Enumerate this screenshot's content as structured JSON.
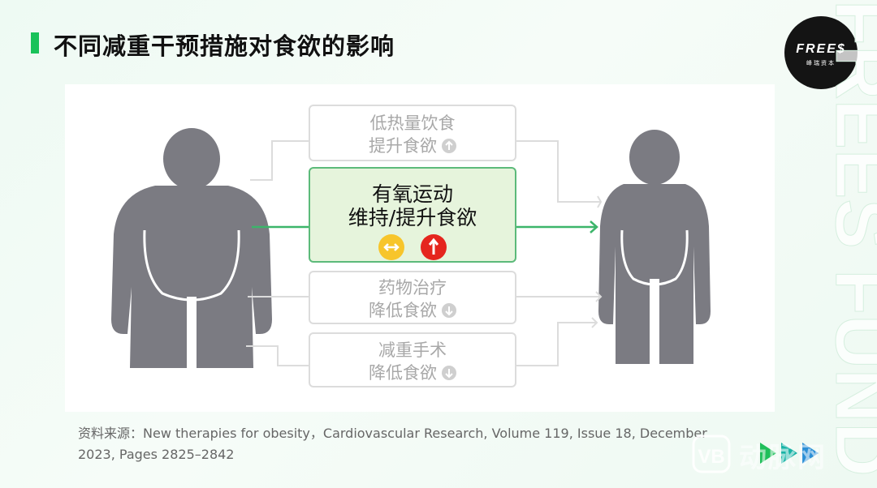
{
  "slide": {
    "title": "不同减重干预措施对食欲的影响",
    "source_text": "资料来源：New therapies for obesity，Cardiovascular Research, Volume 119, Issue 18, December 2023, Pages 2825–2842"
  },
  "logo": {
    "brand": "FREE$",
    "subtitle": "峰瑞资本",
    "side_watermark": "FREES FUND"
  },
  "watermark": {
    "text": "动脉网"
  },
  "diagram": {
    "boxes": [
      {
        "line1": "低热量饮食",
        "line2": "提升食欲",
        "icon": "arrow-up-icon"
      },
      {
        "line1": "有氧运动",
        "line2": "维持/提升食欲",
        "icons": [
          "double-arrow-icon",
          "arrow-up-icon"
        ]
      },
      {
        "line1": "药物治疗",
        "line2": "降低食欲",
        "icon": "arrow-down-icon"
      },
      {
        "line1": "减重手术",
        "line2": "降低食欲",
        "icon": "arrow-down-icon"
      }
    ],
    "colors": {
      "figure": "#7b7b82",
      "highlight_border": "#5cba7a",
      "highlight_fill": "#e6f4dc",
      "gray_box_border": "#dcdcdc",
      "icon_yellow": "#f7c52b",
      "icon_red": "#e5251e",
      "accent_green": "#19c25a"
    }
  }
}
